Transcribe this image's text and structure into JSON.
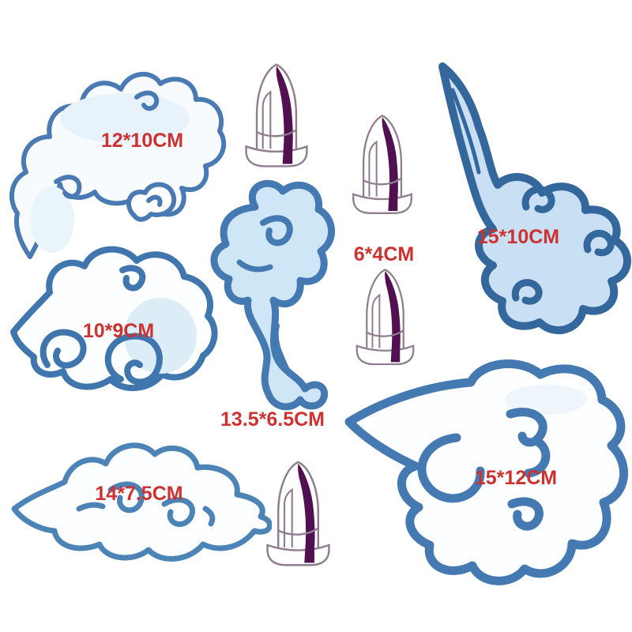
{
  "image": {
    "description": "Chinese cloud wall sticker set product sheet",
    "background": "#ffffff"
  },
  "colors": {
    "cloud_outline_blue": "#4579b2",
    "cloud_outline_light_blue": "#4a7ab3",
    "cloud_outline_dark_blue": "#34689d",
    "cloud_fill_light_blue": "#cde6f7",
    "cloud_fill_light_blue_2": "#c9e0f4",
    "cloud_fill_white": "#fdfeff",
    "dome_outline": "#8f7d8f",
    "dome_stripe_purple": "#51104f",
    "size_label_red": "#cc3230"
  },
  "stickers": {
    "cloud_top_left": {
      "type": "cloud",
      "size_label": "12*10CM"
    },
    "cloud_mid_left": {
      "type": "cloud",
      "size_label": "10*9CM"
    },
    "cloud_center": {
      "type": "cloud",
      "size_label": "13.5*6.5CM"
    },
    "cloud_right": {
      "type": "cloud",
      "size_label": "15*10CM"
    },
    "cloud_bottom_left": {
      "type": "cloud",
      "size_label": "14*7.5CM"
    },
    "cloud_bottom_right": {
      "type": "cloud",
      "size_label": "15*12CM"
    },
    "domes": {
      "type": "dome",
      "count": 4,
      "size_label": "6*4CM"
    }
  }
}
